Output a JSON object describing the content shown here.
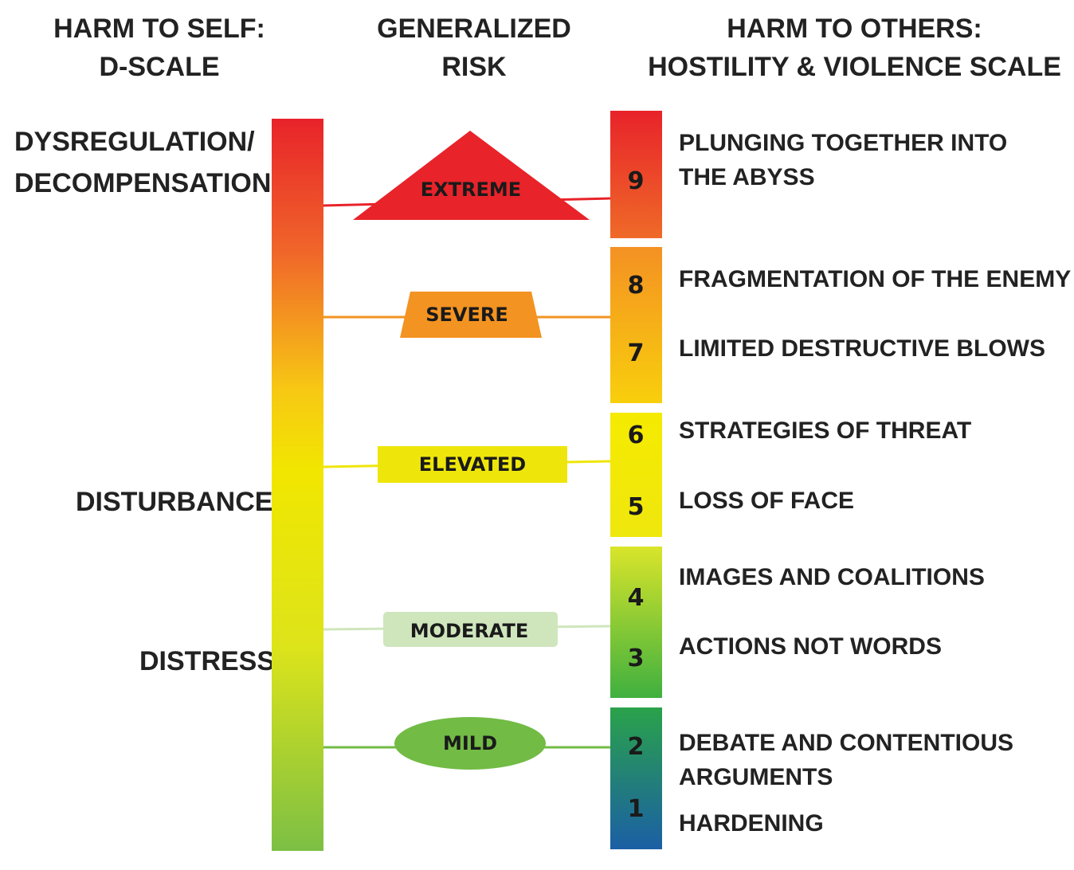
{
  "headers": {
    "self_line1": "HARM TO SELF:",
    "self_line2": "D-SCALE",
    "risk_line1": "GENERALIZED",
    "risk_line2": "RISK",
    "others_line1": "HARM TO OTHERS:",
    "others_line2": "HOSTILITY & VIOLENCE SCALE"
  },
  "d_scale": {
    "dysregulation_line1": "DYSREGULATION/",
    "dysregulation_line2": "DECOMPENSATION",
    "disturbance": "DISTURBANCE",
    "distress": "DISTRESS"
  },
  "risk_levels": [
    "EXTREME",
    "SEVERE",
    "ELEVATED",
    "MODERATE",
    "MILD"
  ],
  "numbers": [
    "9",
    "8",
    "7",
    "6",
    "5",
    "4",
    "3",
    "2",
    "1"
  ],
  "hostility_levels": {
    "l9_line1": "PLUNGING TOGETHER INTO",
    "l9_line2": "THE ABYSS",
    "l8": "FRAGMENTATION OF THE ENEMY",
    "l7": "LIMITED DESTRUCTIVE BLOWS",
    "l6": "STRATEGIES OF THREAT",
    "l5": "LOSS OF FACE",
    "l4": "IMAGES AND COALITIONS",
    "l3": "ACTIONS NOT WORDS",
    "l2_line1": "DEBATE AND CONTENTIOUS",
    "l2_line2": "ARGUMENTS",
    "l1": "HARDENING"
  },
  "colors": {
    "extreme": "#e8232a",
    "severe": "#f39322",
    "elevated": "#eee60a",
    "moderate": "#cfe6bd",
    "mild": "#72bb45"
  }
}
